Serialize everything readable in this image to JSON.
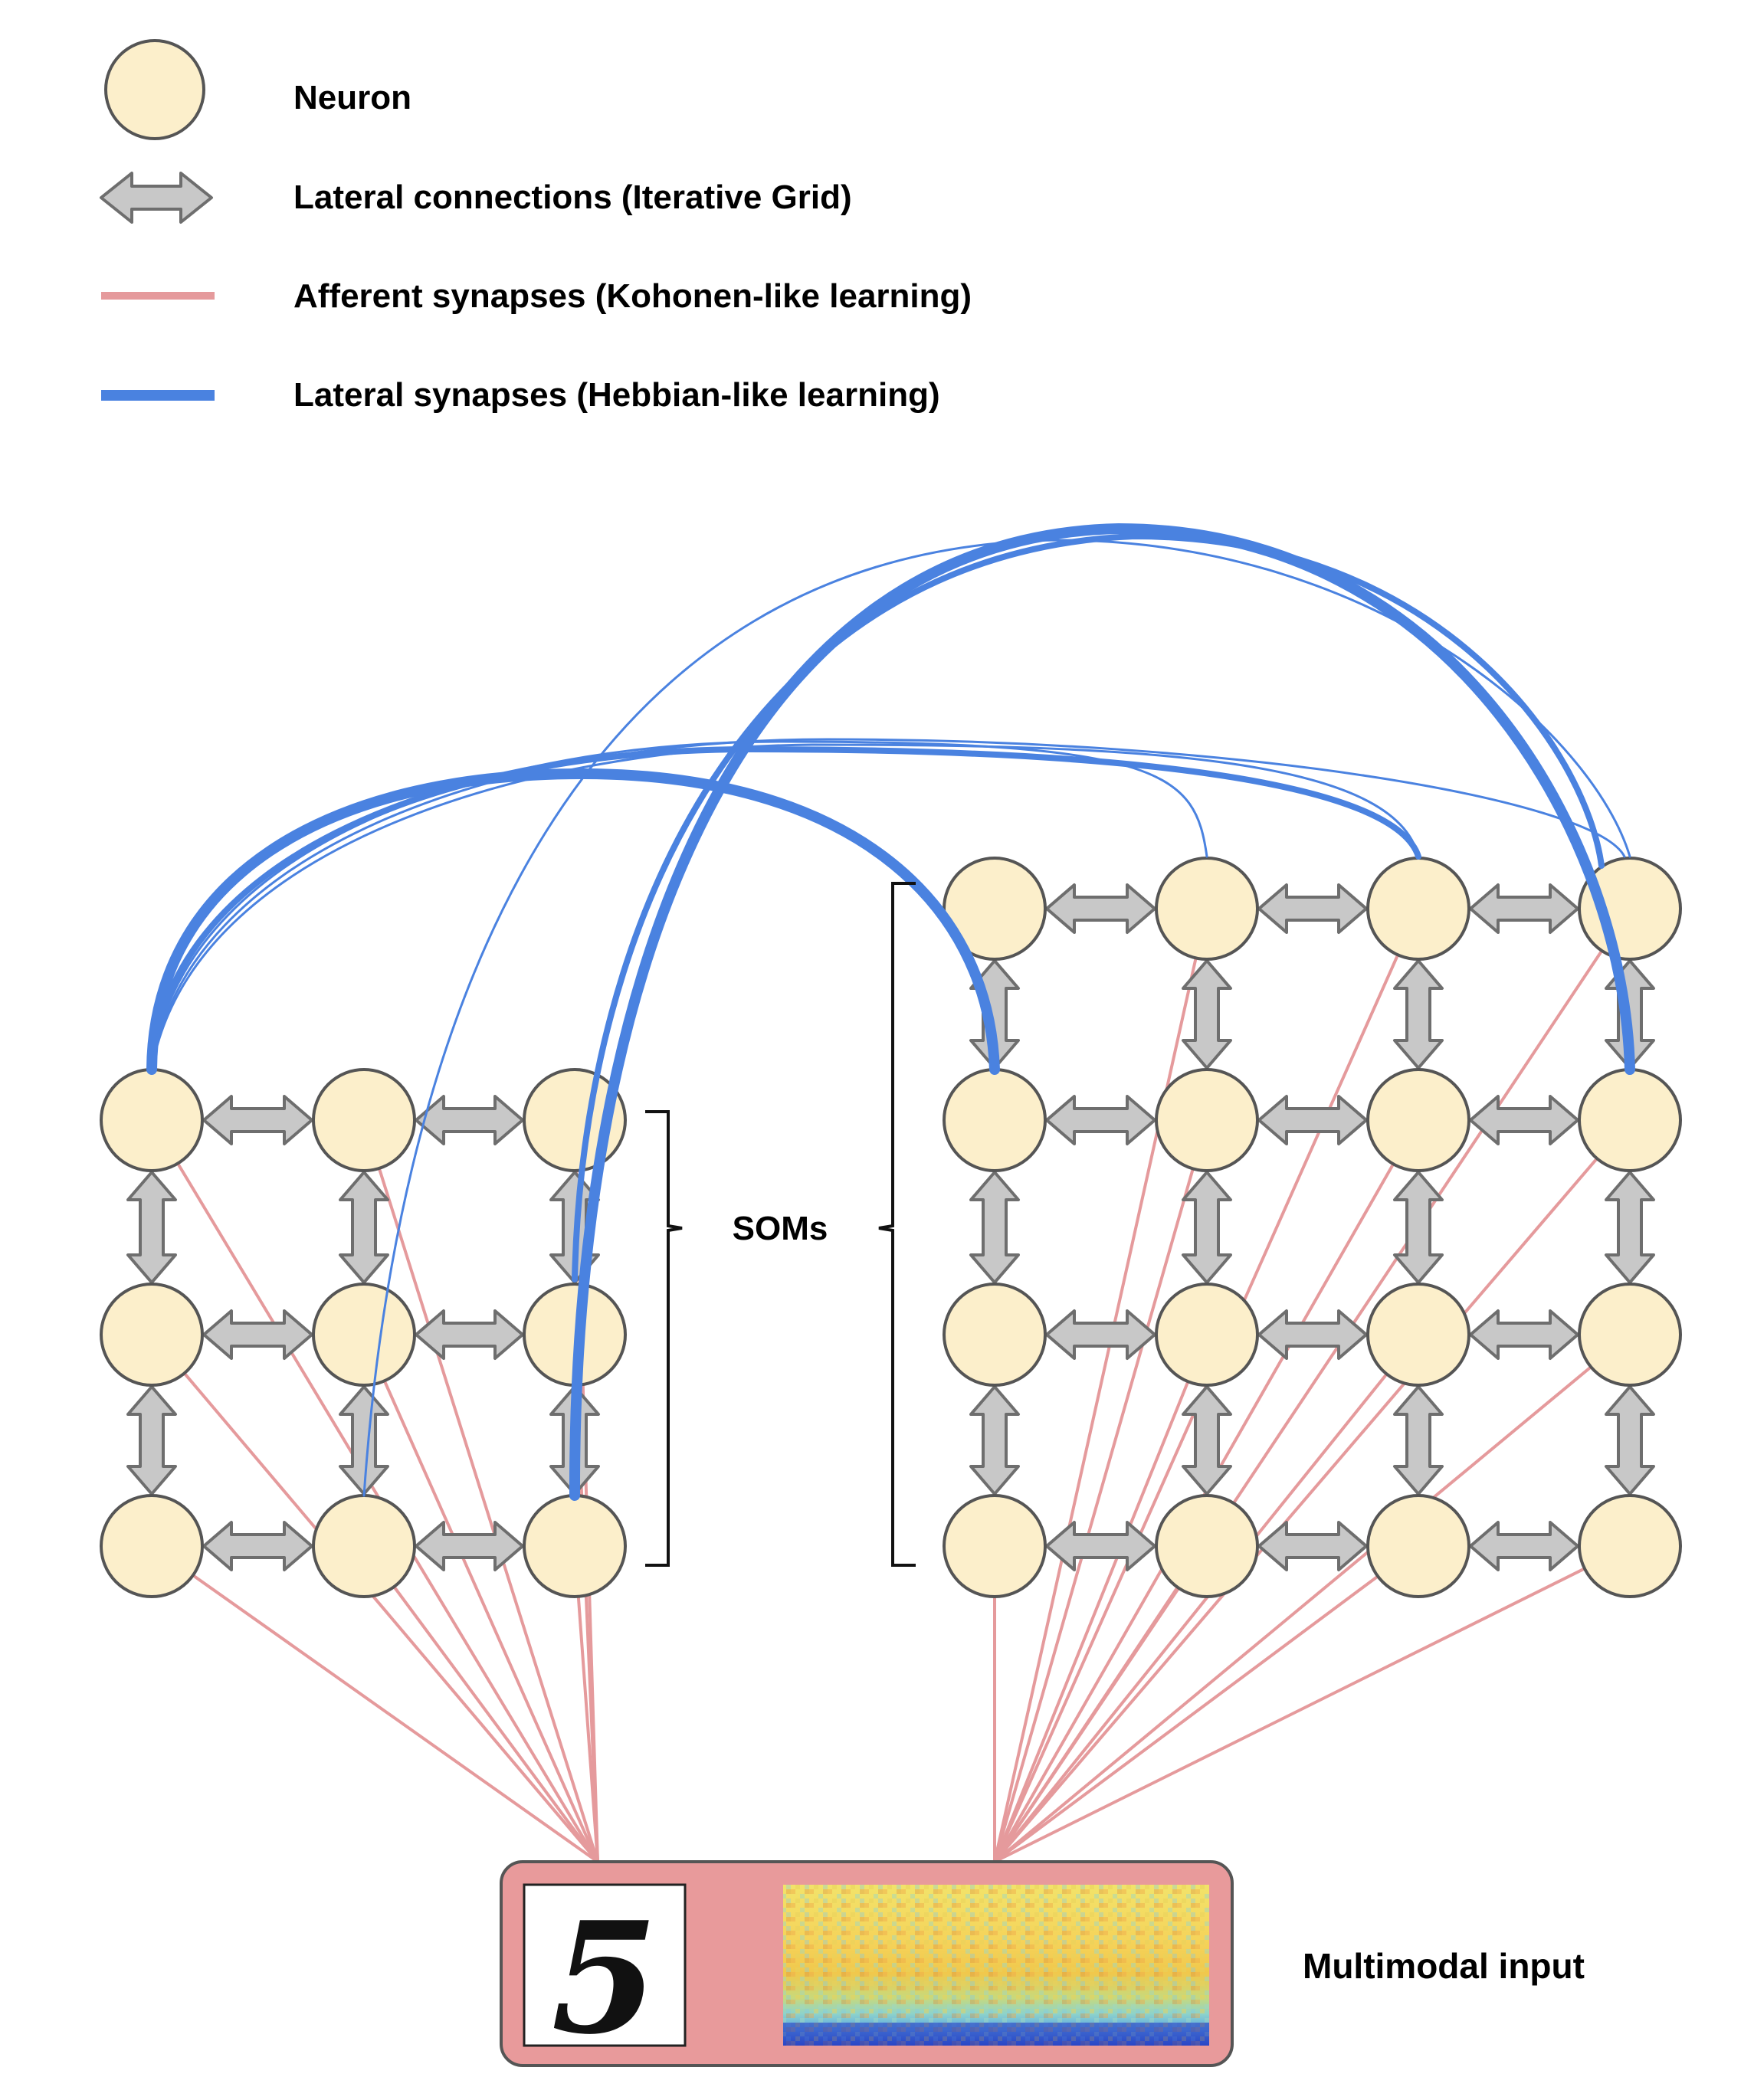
{
  "legend": {
    "neuron": "Neuron",
    "lateral_connections": "Lateral connections (Iterative Grid)",
    "afferent_synapses": "Afferent synapses (Kohonen-like learning)",
    "lateral_synapses": "Lateral synapses (Hebbian-like learning)"
  },
  "labels": {
    "soms": "SOMs",
    "multimodal_input": "Multimodal input",
    "digit": "5"
  },
  "colors": {
    "neuron_fill": "#fcefcb",
    "neuron_stroke": "#555555",
    "grid_arrow_fill": "#c8c8c8",
    "grid_arrow_stroke": "#6e6e6e",
    "afferent": "#e59a9c",
    "lateral_synapse": "#4a82e0",
    "input_box": "#e89a9b"
  },
  "soms": [
    {
      "name": "left",
      "rows": 3,
      "cols": 3
    },
    {
      "name": "right",
      "rows": 4,
      "cols": 4
    }
  ]
}
